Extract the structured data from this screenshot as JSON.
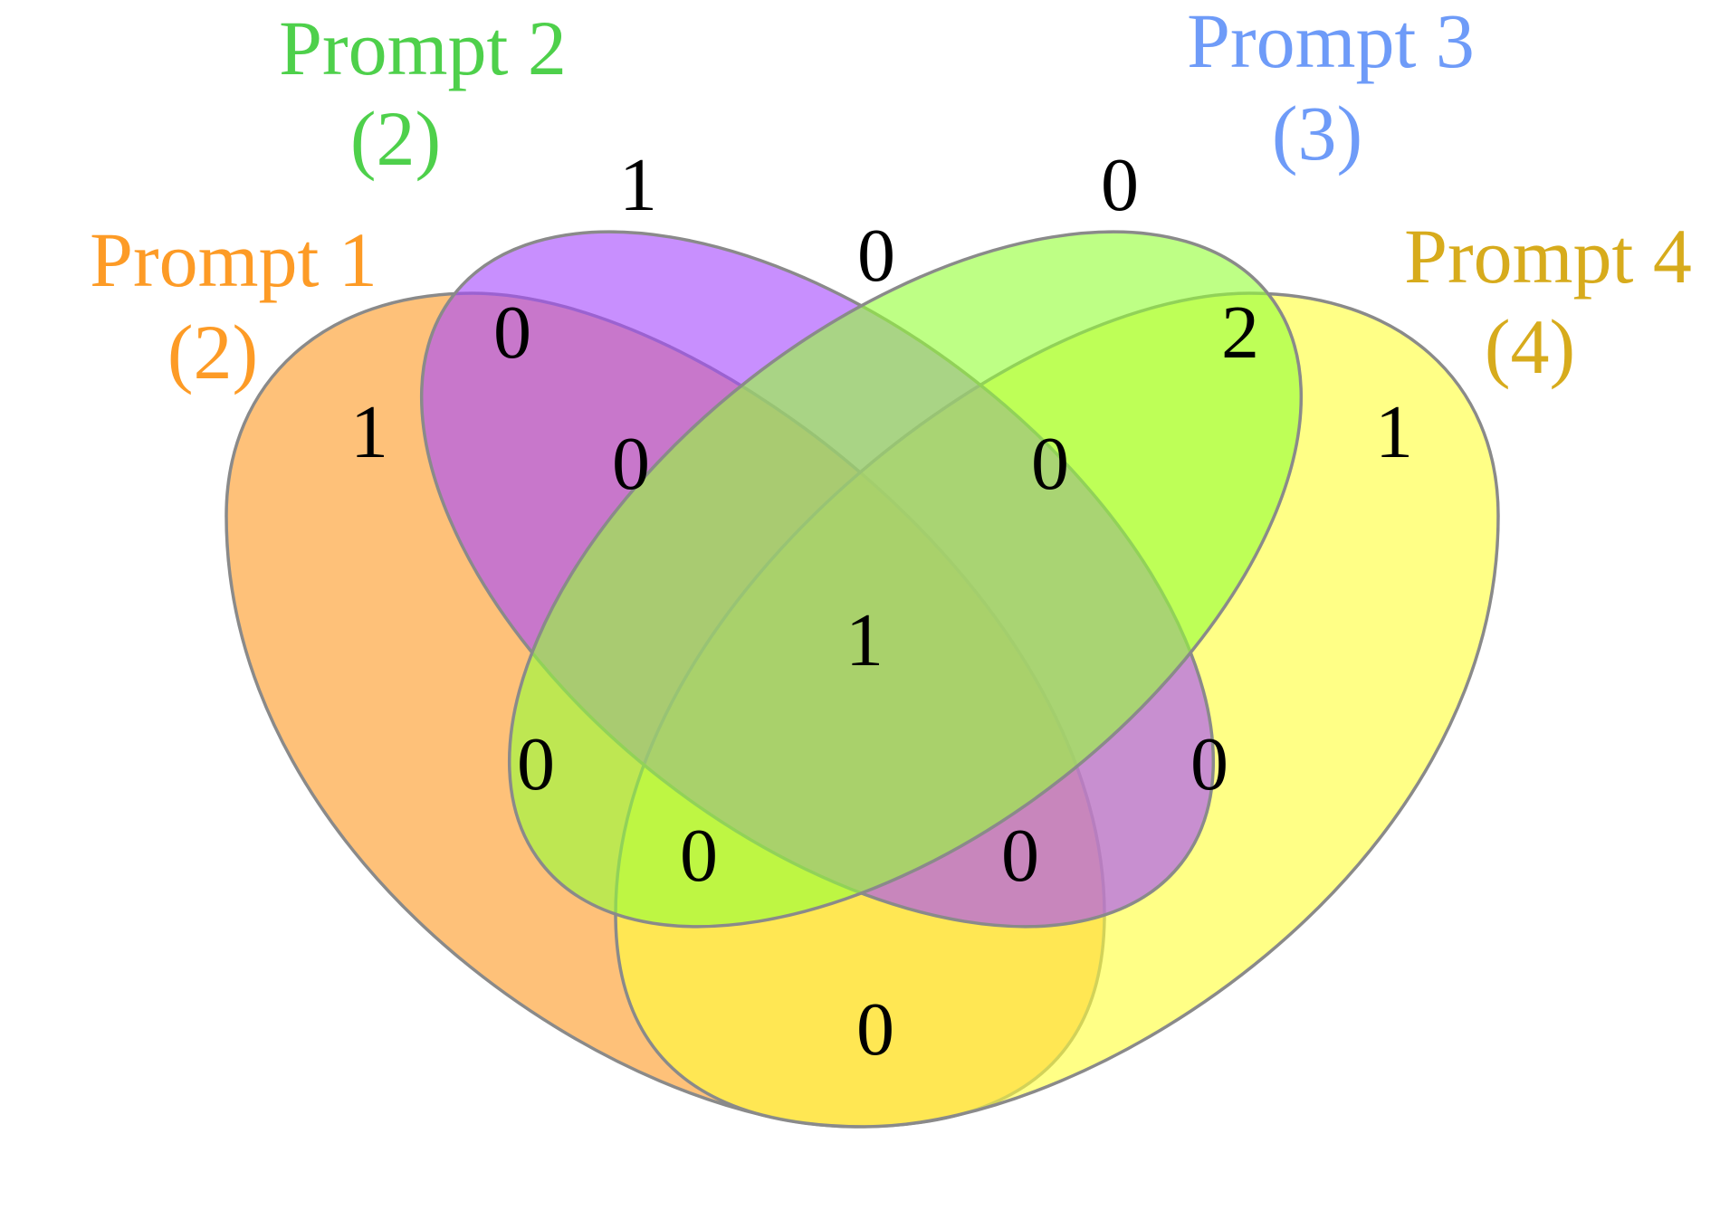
{
  "venn": {
    "sets": [
      {
        "key": "p1",
        "title": "Prompt 1",
        "count": "(2)",
        "color": "#fd9b26",
        "fill": "#fd9b26"
      },
      {
        "key": "p2",
        "title": "Prompt 2",
        "count": "(2)",
        "color": "#4ed04b",
        "fill": "#a64bfe"
      },
      {
        "key": "p3",
        "title": "Prompt 3",
        "count": "(3)",
        "color": "#6e9bf8",
        "fill": "#96ff3a"
      },
      {
        "key": "p4",
        "title": "Prompt 4",
        "count": "(4)",
        "color": "#d7ab1c",
        "fill": "#ffff3c"
      }
    ],
    "regions": {
      "only_p1": "1",
      "only_p2": "1",
      "only_p3": "0",
      "only_p4": "1",
      "p1_p2": "0",
      "p2_p3": "0",
      "p3_p4": "2",
      "p1_p2_p3": "0",
      "p2_p3_p4": "0",
      "p1_p2_p3_p4": "1",
      "p1_p3": "0",
      "p2_p4": "0",
      "p1_p3_p4": "0",
      "p1_p2_p4": "0",
      "p1_p4": "0"
    }
  }
}
